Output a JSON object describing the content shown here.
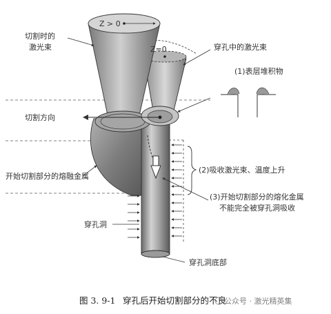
{
  "labels": {
    "z_pos": "Z > 0",
    "z_zero": "Z=0",
    "cutting_laser": [
      "切割时的",
      "激光束"
    ],
    "piercing_laser": "穿孔中的激光束",
    "surface_deposit": "(1)表层堆积物",
    "cut_direction": "切割方向",
    "melting_metal": "开始切割部分的熔融金属",
    "absorb_laser": "(2)吸收激光束、温度上升",
    "molten_metal_line1": "(3)开始切割部分的熔化金属",
    "molten_metal_line2": "不能完全被穿孔洞吸收",
    "pierce_hole": "穿孔洞",
    "pierce_bottom": "穿孔洞底部"
  },
  "caption": {
    "number": "图 3. 9-1",
    "text": "穿孔后开始切割部分的不良"
  },
  "watermark": "公众号 · 激光精英集",
  "colors": {
    "steel": "#8f8f8f",
    "steel_light": "#c9c9c9",
    "steel_dark": "#5e5e5e",
    "melt": "#7a7a7a"
  }
}
